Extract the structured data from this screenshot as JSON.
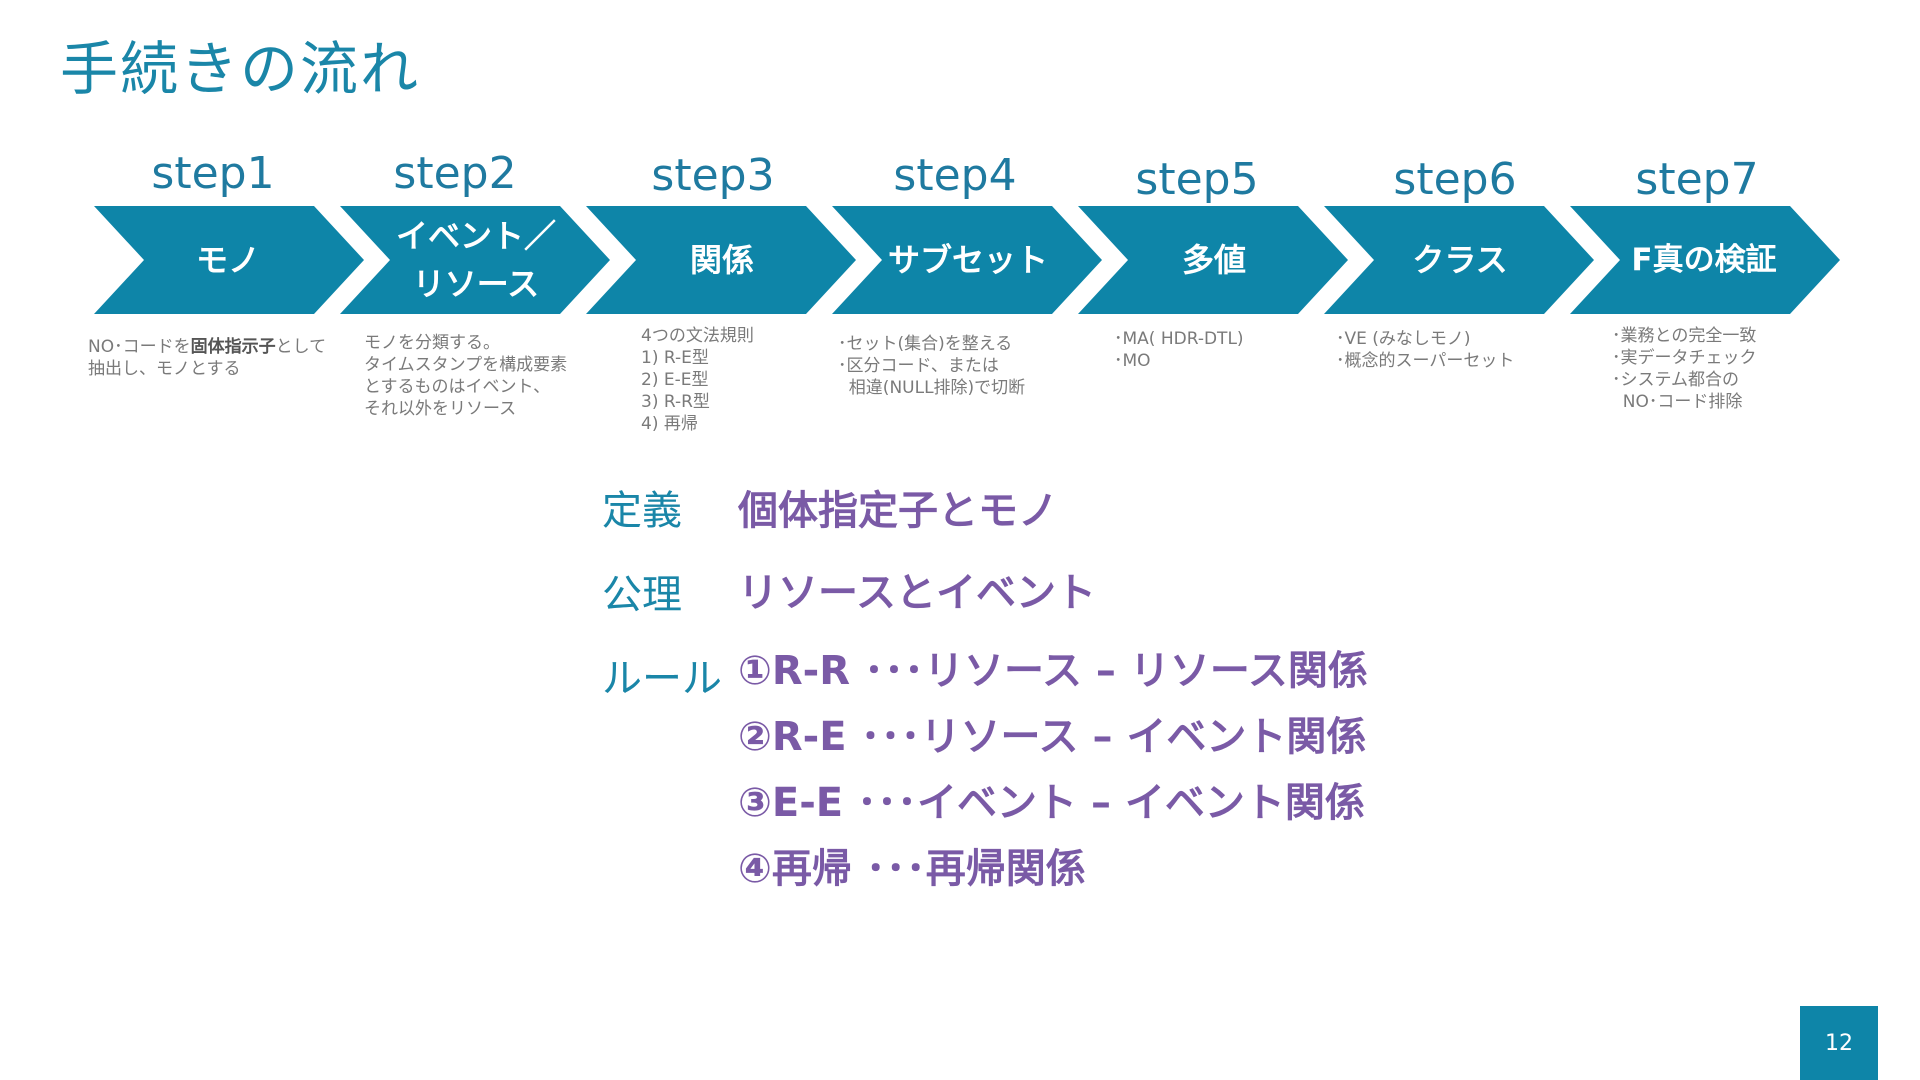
{
  "title": "手続きの流れ",
  "steps": [
    {
      "label": "step1",
      "name": "モノ"
    },
    {
      "label": "step2",
      "name": "イベント／\nリソース"
    },
    {
      "label": "step3",
      "name": "関係"
    },
    {
      "label": "step4",
      "name": "サブセット"
    },
    {
      "label": "step5",
      "name": "多値"
    },
    {
      "label": "step6",
      "name": "クラス"
    },
    {
      "label": "step7",
      "name": "F真の検証"
    }
  ],
  "descriptions": {
    "step1": {
      "line1_a": "NO･コードを",
      "line1_b": "固体指示子",
      "line1_c": "として",
      "line2": "抽出し、モノとする"
    },
    "step2": "モノを分類する。\nタイムスタンプを構成要素\nとするものはイベント、\nそれ以外をリソース",
    "step3": "4つの文法規則\n1) R-E型\n2) E-E型\n3) R-R型\n4) 再帰",
    "step4": "･セット(集合)を整える\n･区分コード、または\n  相違(NULL排除)で切断",
    "step5": "･MA( HDR-DTL)\n･MO",
    "step6": "･VE (みなしモノ)\n･概念的スーパーセット",
    "step7": "･業務との完全一致\n･実データチェック\n･システム都合の\n  NO･コード排除"
  },
  "definitions": [
    {
      "term": "定義",
      "value": "個体指定子とモノ"
    },
    {
      "term": "公理",
      "value": "リソースとイベント"
    },
    {
      "term": "ルール",
      "value": "①R-R ･･･リソース – リソース関係"
    }
  ],
  "rules": [
    "②R-E ･･･リソース – イベント関係",
    "③E-E ･･･イベント – イベント関係",
    "④再帰 ･･･再帰関係"
  ],
  "page_number": "12",
  "colors": {
    "chevron": "#0e85a8",
    "accent": "#1a86a8",
    "purple": "#7a5aa6"
  }
}
